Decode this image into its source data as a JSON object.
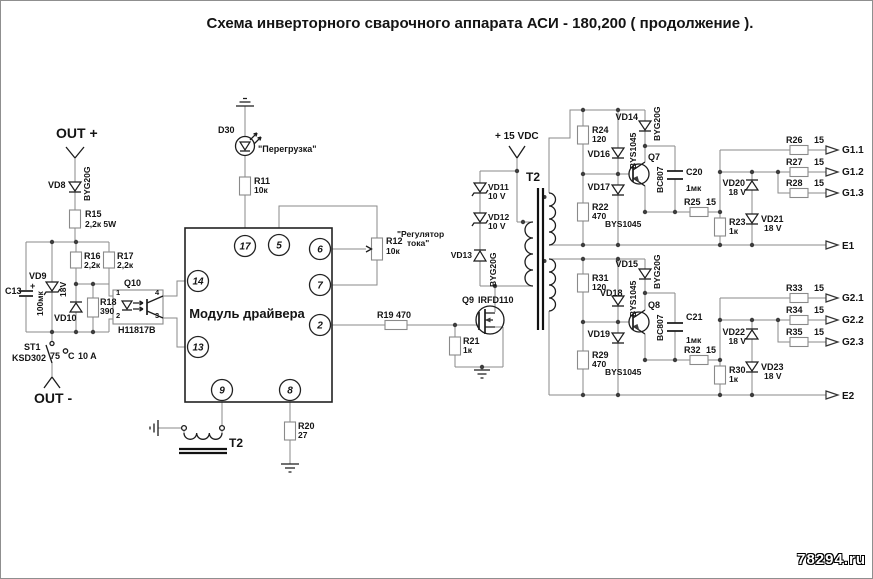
{
  "title": "Схема  инверторного  сварочного  аппарата  АСИ - 180,200  ( продолжение ).",
  "watermark": "78294.ru",
  "terminals": {
    "out_plus": "OUT +",
    "out_minus": "OUT -",
    "plus15": "+ 15 VDC",
    "e1": "E1",
    "e2": "E2",
    "g11": "G1.1",
    "g12": "G1.2",
    "g13": "G1.3",
    "g21": "G2.1",
    "g22": "G2.2",
    "g23": "G2.3"
  },
  "module": {
    "label": "Модуль  драйвера",
    "pins": {
      "p17": "17",
      "p5": "5",
      "p6": "6",
      "p7": "7",
      "p2": "2",
      "p14": "14",
      "p13": "13",
      "p9": "9",
      "p8": "8"
    }
  },
  "notes": {
    "overload": "\"Перегрузка\"",
    "reg1": "\"Регулятор",
    "reg2": "тока\""
  },
  "components": {
    "vd8": "VD8",
    "vd8_part": "BYG20G",
    "r15": "R15",
    "r15_val": "2,2к 5W",
    "c13": "C13",
    "c13_plus": "+",
    "c13_val": "100мк",
    "vd9": "VD9",
    "vd9_val": "18V",
    "vd10": "VD10",
    "r16": "R16",
    "r16_val": "2,2к",
    "r17": "R17",
    "r17_val": "2,2к",
    "r18": "R18",
    "r18_val": "390",
    "q10": "Q10",
    "q10_part": "H11817B",
    "q10_p1": "1",
    "q10_p2": "2",
    "q10_p3": "3",
    "q10_p4": "4",
    "st1": "ST1",
    "st1_part": "KSD302",
    "st1_temp": "75",
    "st1_c": "C",
    "st1_amp": "10 A",
    "d30": "D30",
    "r11": "R11",
    "r11_val": "10к",
    "r12": "R12",
    "r12_val": "10к",
    "r19": "R19 470",
    "r21": "R21",
    "r21_val": "1к",
    "q9": "Q9",
    "q9_part": "IRFD110",
    "t2": "T2",
    "t2_ct": "T2",
    "vd11": "VD11",
    "vd11_val": "10 V",
    "vd12": "VD12",
    "vd12_val": "10 V",
    "vd13": "VD13",
    "vd13_part": "BYG20G",
    "r20": "R20",
    "r20_val": "27",
    "r24": "R24",
    "r24_val": "120",
    "r22": "R22",
    "r22_val": "470",
    "vd14": "VD14",
    "vd14_part": "BYG20G",
    "vd16": "VD16",
    "vd17": "VD17",
    "bys1": "BYS1045",
    "bys1b": "BYS1045",
    "q7": "Q7",
    "q7_part": "BC807",
    "c20": "C20",
    "c20_val": "1мк",
    "r25": "R25",
    "r25_val": "15",
    "r23": "R23",
    "r23_val": "1к",
    "r26": "R26",
    "r26_val": "15",
    "r27": "R27",
    "r27_val": "15",
    "r28": "R28",
    "r28_val": "15",
    "vd20": "VD20",
    "vd20_val": "18 V",
    "vd21": "VD21",
    "vd21_val": "18 V",
    "r31": "R31",
    "r31_val": "120",
    "r29": "R29",
    "r29_val": "470",
    "vd15": "VD15",
    "vd15_part": "BYG20G",
    "vd18": "VD18",
    "vd19": "VD19",
    "bys2": "BYS1045",
    "bys2b": "BYS1045",
    "q8": "Q8",
    "q8_part": "BC807",
    "c21": "C21",
    "c21_val": "1мк",
    "r32": "R32",
    "r32_val": "15",
    "r30": "R30",
    "r30_val": "1к",
    "r33": "R33",
    "r33_val": "15",
    "r34": "R34",
    "r34_val": "15",
    "r35": "R35",
    "r35_val": "15",
    "vd22": "VD22",
    "vd22_val": "18 V",
    "vd23": "VD23",
    "vd23_val": "18 V"
  }
}
